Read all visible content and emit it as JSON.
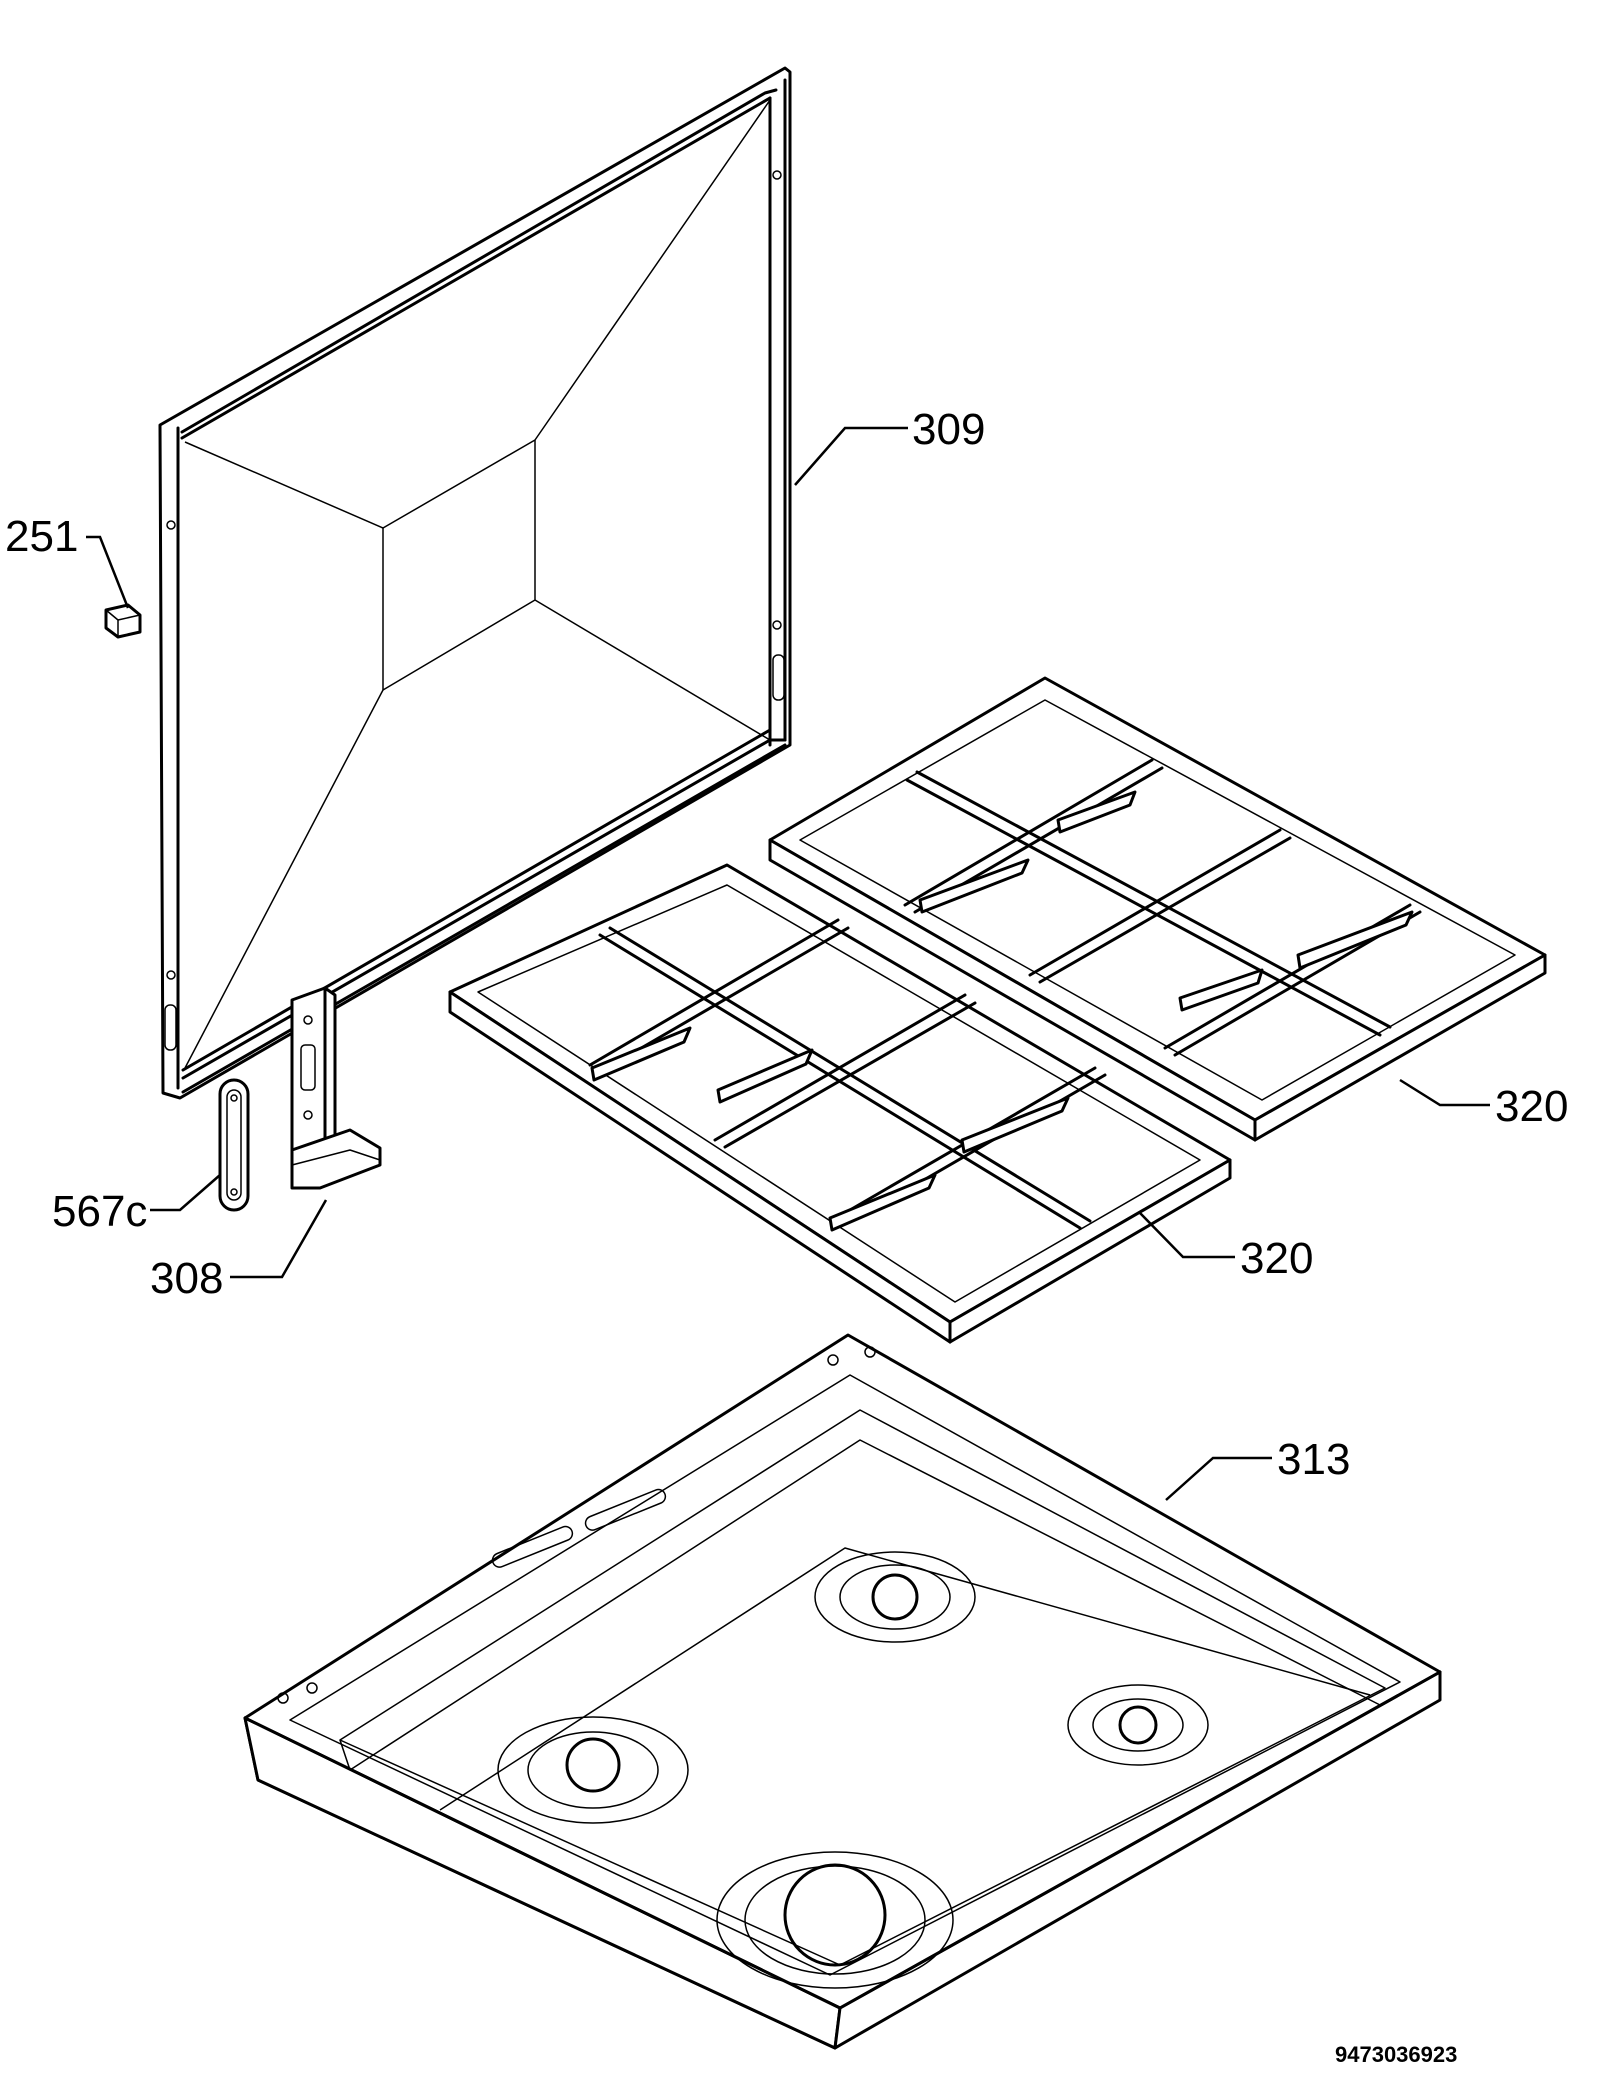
{
  "labels": {
    "p251": "251",
    "p309": "309",
    "p320a": "320",
    "p320b": "320",
    "p567c": "567c",
    "p308": "308",
    "p313": "313"
  },
  "reference": "9473036923"
}
